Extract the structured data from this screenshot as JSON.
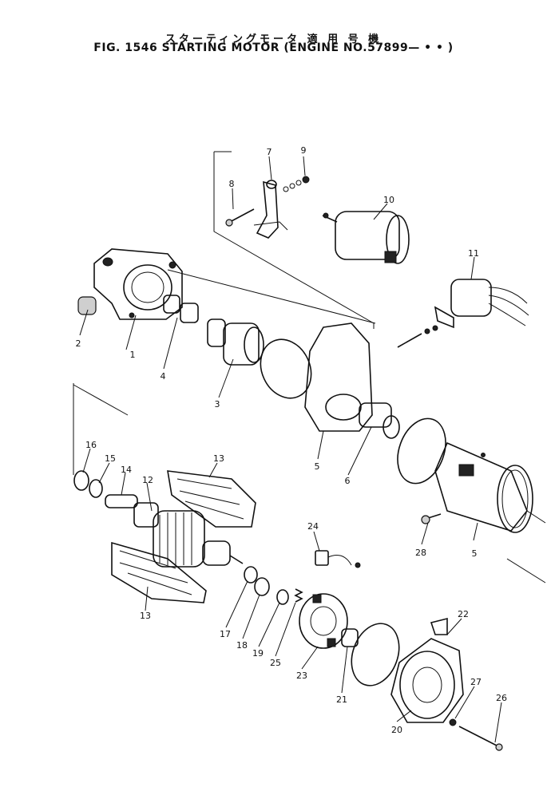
{
  "header": {
    "title_jp": "スターティングモータ 適 用 号 機",
    "title_en": "FIG. 1546  STARTING MOTOR (ENGINE NO.57899— • • )"
  },
  "callouts": [
    {
      "id": "c1",
      "label": "1"
    },
    {
      "id": "c2",
      "label": "2"
    },
    {
      "id": "c3",
      "label": "3"
    },
    {
      "id": "c4",
      "label": "4"
    },
    {
      "id": "c5a",
      "label": "5"
    },
    {
      "id": "c5b",
      "label": "5"
    },
    {
      "id": "c6",
      "label": "6"
    },
    {
      "id": "c7",
      "label": "7"
    },
    {
      "id": "c8",
      "label": "8"
    },
    {
      "id": "c9",
      "label": "9"
    },
    {
      "id": "c10",
      "label": "10"
    },
    {
      "id": "c11",
      "label": "11"
    },
    {
      "id": "c12",
      "label": "12"
    },
    {
      "id": "c13a",
      "label": "13"
    },
    {
      "id": "c13b",
      "label": "13"
    },
    {
      "id": "c14",
      "label": "14"
    },
    {
      "id": "c15",
      "label": "15"
    },
    {
      "id": "c16",
      "label": "16"
    },
    {
      "id": "c17",
      "label": "17"
    },
    {
      "id": "c18",
      "label": "18"
    },
    {
      "id": "c19",
      "label": "19"
    },
    {
      "id": "c20",
      "label": "20"
    },
    {
      "id": "c21",
      "label": "21"
    },
    {
      "id": "c22",
      "label": "22"
    },
    {
      "id": "c23",
      "label": "23"
    },
    {
      "id": "c24",
      "label": "24"
    },
    {
      "id": "c25",
      "label": "25"
    },
    {
      "id": "c26",
      "label": "26"
    },
    {
      "id": "c27",
      "label": "27"
    },
    {
      "id": "c28",
      "label": "28"
    }
  ],
  "colors": {
    "ink": "#111111",
    "paper": "#ffffff"
  }
}
